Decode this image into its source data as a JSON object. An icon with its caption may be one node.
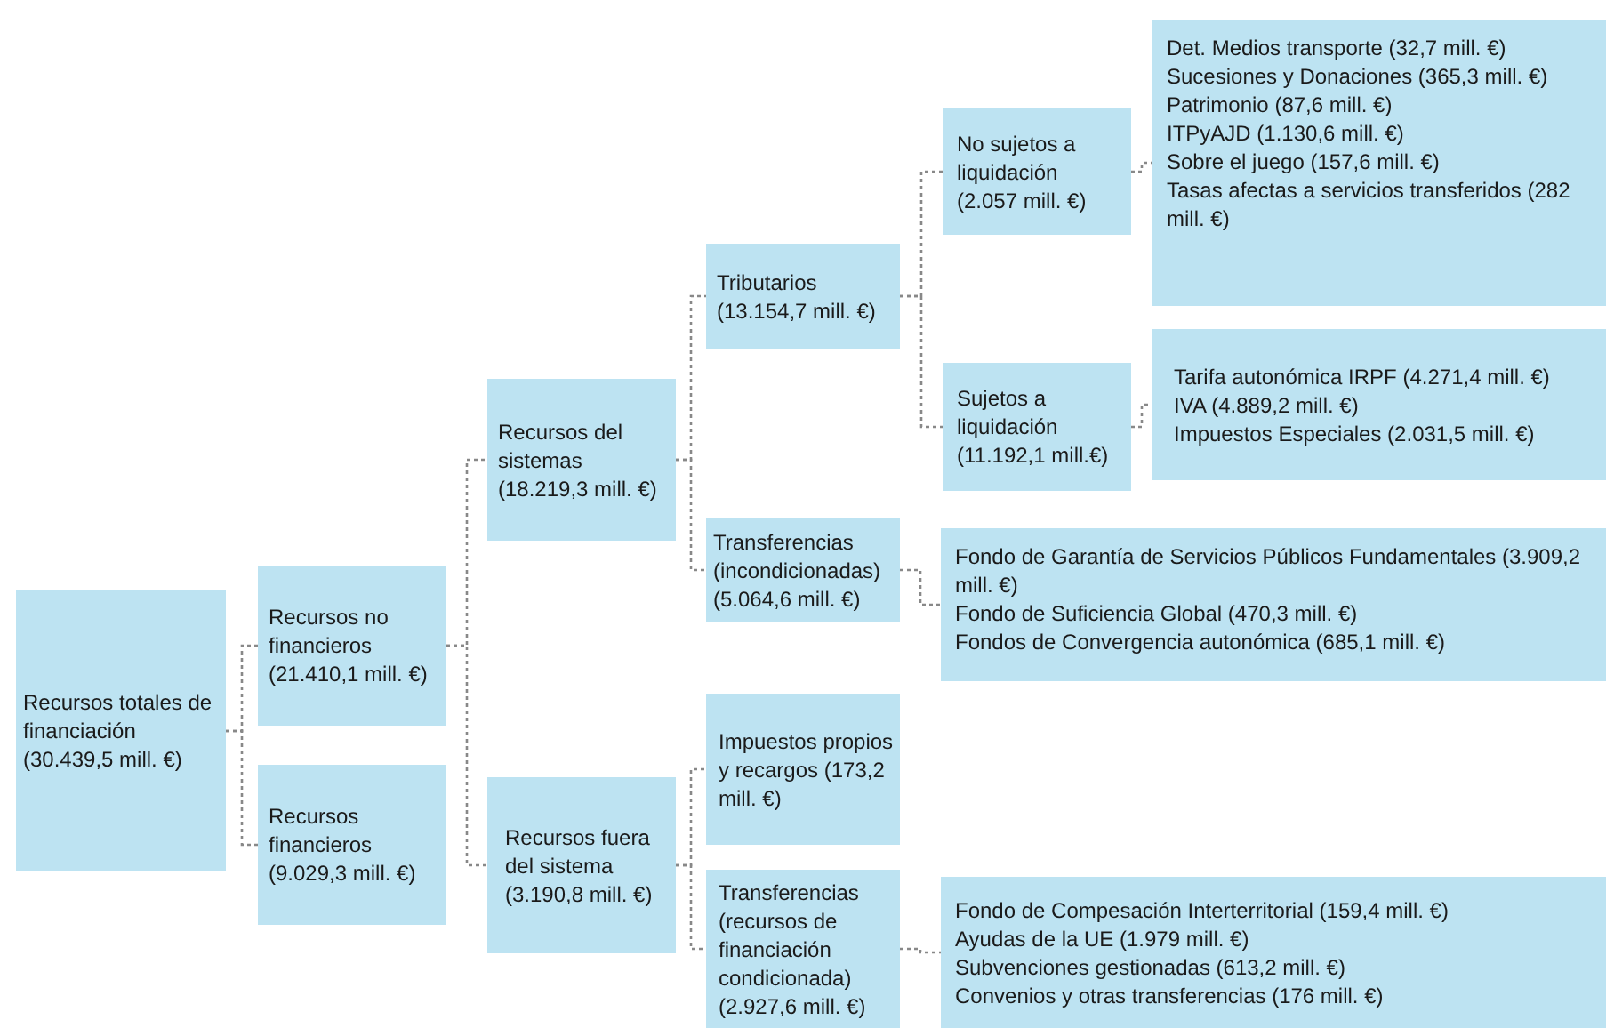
{
  "diagram": {
    "nodes": [
      {
        "text": [
          "Recursos totales de financiación (30.439,5 mill. €)"
        ]
      },
      {
        "text": [
          "Recursos no financieros (21.410,1 mill. €)"
        ]
      },
      {
        "text": [
          "Recursos financieros (9.029,3 mill. €)"
        ]
      },
      {
        "text": [
          "Recursos del sistemas (18.219,3 mill. €)"
        ]
      },
      {
        "text": [
          "Recursos fuera del sistema (3.190,8 mill. €)"
        ]
      },
      {
        "text": [
          "Tributarios (13.154,7 mill. €)"
        ]
      },
      {
        "text": [
          "Transferencias (incondicionadas) (5.064,6 mill. €)"
        ]
      },
      {
        "text": [
          "Impuestos propios y recargos (173,2 mill. €)"
        ]
      },
      {
        "text": [
          "Transferencias (recursos de financiación condicionada) (2.927,6 mill. €)"
        ]
      },
      {
        "text": [
          "No sujetos a liquidación (2.057 mill. €)"
        ]
      },
      {
        "text": [
          "Sujetos a liquidación (11.192,1 mill.€)"
        ]
      },
      {
        "text": [
          "Det. Medios transporte (32,7 mill. €)",
          "Sucesiones y Donaciones (365,3 mill. €)",
          "Patrimonio (87,6 mill. €)",
          "ITPyAJD (1.130,6 mill. €)",
          "Sobre el juego (157,6 mill. €)",
          "Tasas afectas a servicios transferidos (282 mill. €)"
        ]
      },
      {
        "text": [
          "Tarifa autonómica IRPF (4.271,4 mill. €)",
          "IVA (4.889,2 mill. €)",
          "Impuestos Especiales (2.031,5 mill. €)"
        ]
      },
      {
        "text": [
          "Fondo de Garantía de Servicios Públicos Fundamentales (3.909,2 mill. €)",
          "Fondo de Suficiencia Global (470,3 mill. €)",
          "Fondos de Convergencia autonómica (685,1 mill. €)"
        ]
      },
      {
        "text": [
          "Fondo de Compesación Interterritorial (159,4 mill. €)",
          "Ayudas de la UE (1.979 mill. €)",
          "Subvenciones gestionadas (613,2 mill. €)",
          "Convenios y otras transferencias (176 mill. €)"
        ]
      }
    ],
    "edges": [
      {
        "from": 0,
        "to": 1,
        "arrow": "none"
      },
      {
        "from": 0,
        "to": 2,
        "arrow": "none"
      },
      {
        "from": 1,
        "to": 3,
        "arrow": "none"
      },
      {
        "from": 1,
        "to": 4,
        "arrow": "none"
      },
      {
        "from": 3,
        "to": 5,
        "arrow": "none"
      },
      {
        "from": 3,
        "to": 6,
        "arrow": "none"
      },
      {
        "from": 4,
        "to": 7,
        "arrow": "none"
      },
      {
        "from": 4,
        "to": 8,
        "arrow": "none"
      },
      {
        "from": 5,
        "to": 9,
        "arrow": "none"
      },
      {
        "from": 5,
        "to": 10,
        "arrow": "none"
      },
      {
        "from": 9,
        "to": 11,
        "arrow": "none"
      },
      {
        "from": 10,
        "to": 12,
        "arrow": "none"
      },
      {
        "from": 6,
        "to": 13,
        "arrow": "none"
      },
      {
        "from": 8,
        "to": 14,
        "arrow": "none"
      }
    ]
  }
}
